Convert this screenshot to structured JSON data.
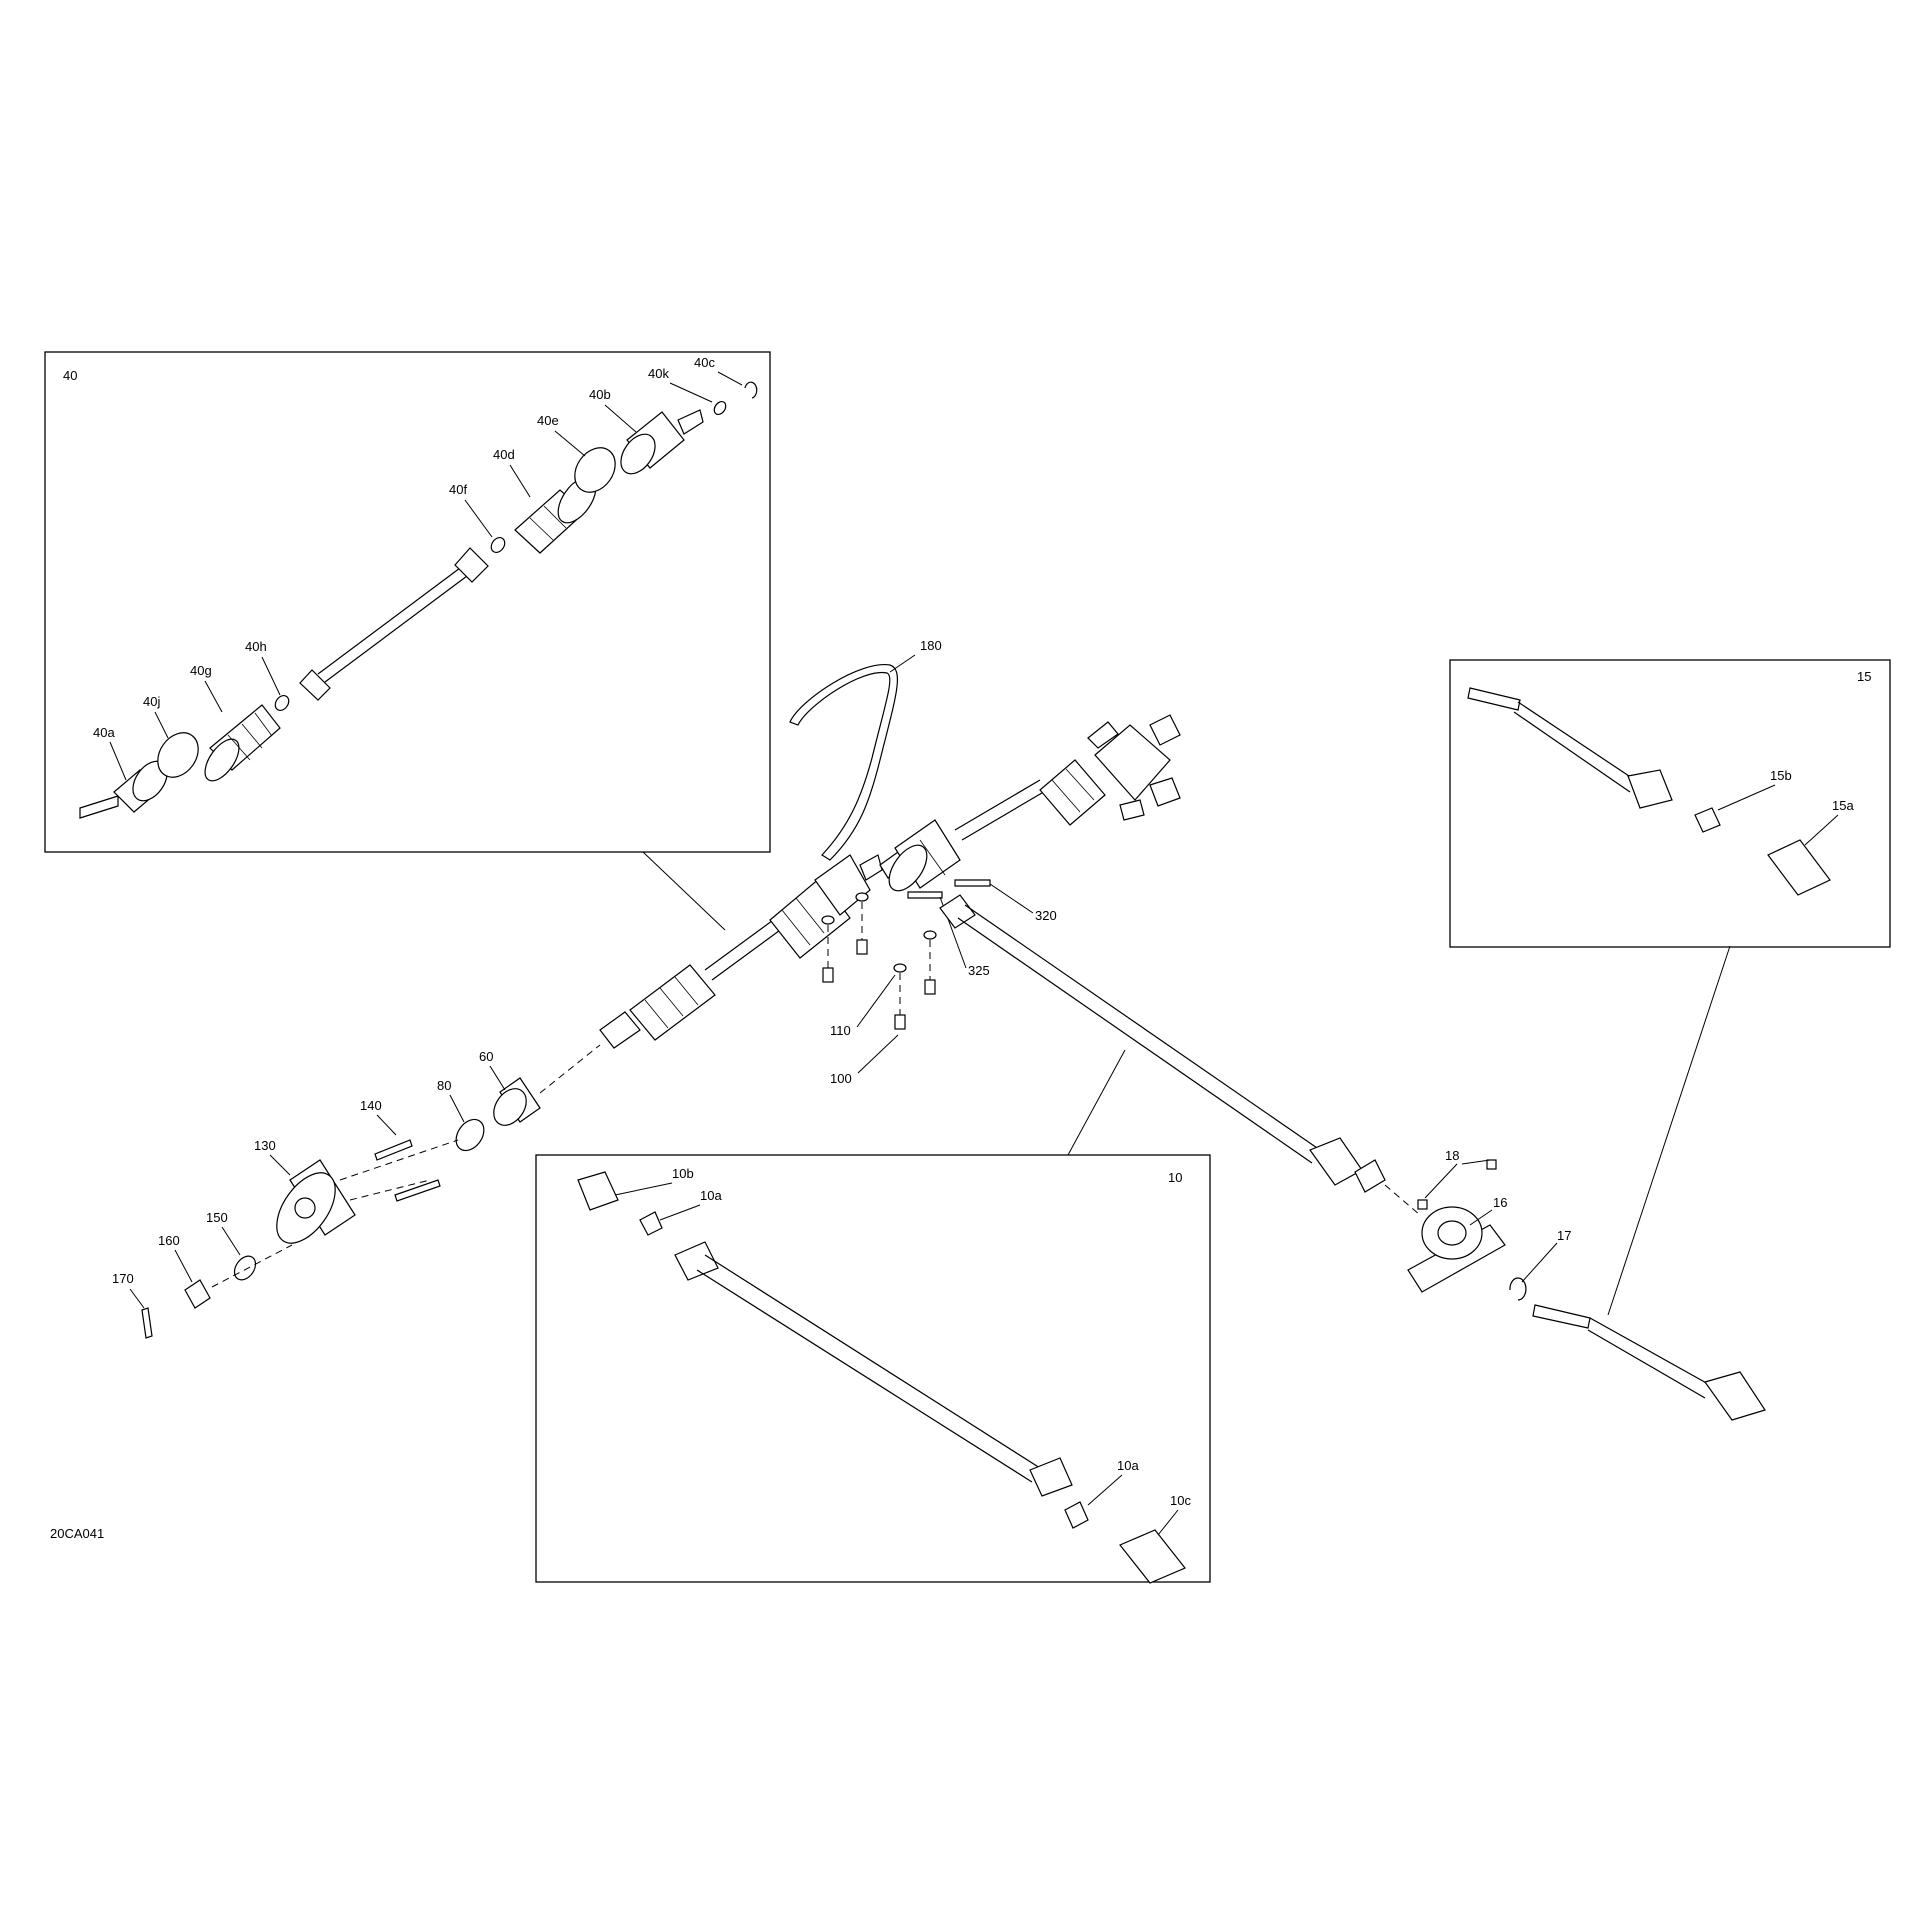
{
  "diagram_code": "20CA041",
  "insets": {
    "box40": "40",
    "box15": "15",
    "box10": "10"
  },
  "parts": {
    "p40a": "40a",
    "p40b": "40b",
    "p40c": "40c",
    "p40d": "40d",
    "p40e": "40e",
    "p40f": "40f",
    "p40g": "40g",
    "p40h": "40h",
    "p40j": "40j",
    "p40k": "40k",
    "p15a": "15a",
    "p15b": "15b",
    "p10a_top": "10a",
    "p10a_bottom": "10a",
    "p10b": "10b",
    "p10c": "10c",
    "p16": "16",
    "p17": "17",
    "p18": "18",
    "p60": "60",
    "p80": "80",
    "p100": "100",
    "p110": "110",
    "p130": "130",
    "p140": "140",
    "p150": "150",
    "p160": "160",
    "p170": "170",
    "p180": "180",
    "p320": "320",
    "p325": "325"
  }
}
